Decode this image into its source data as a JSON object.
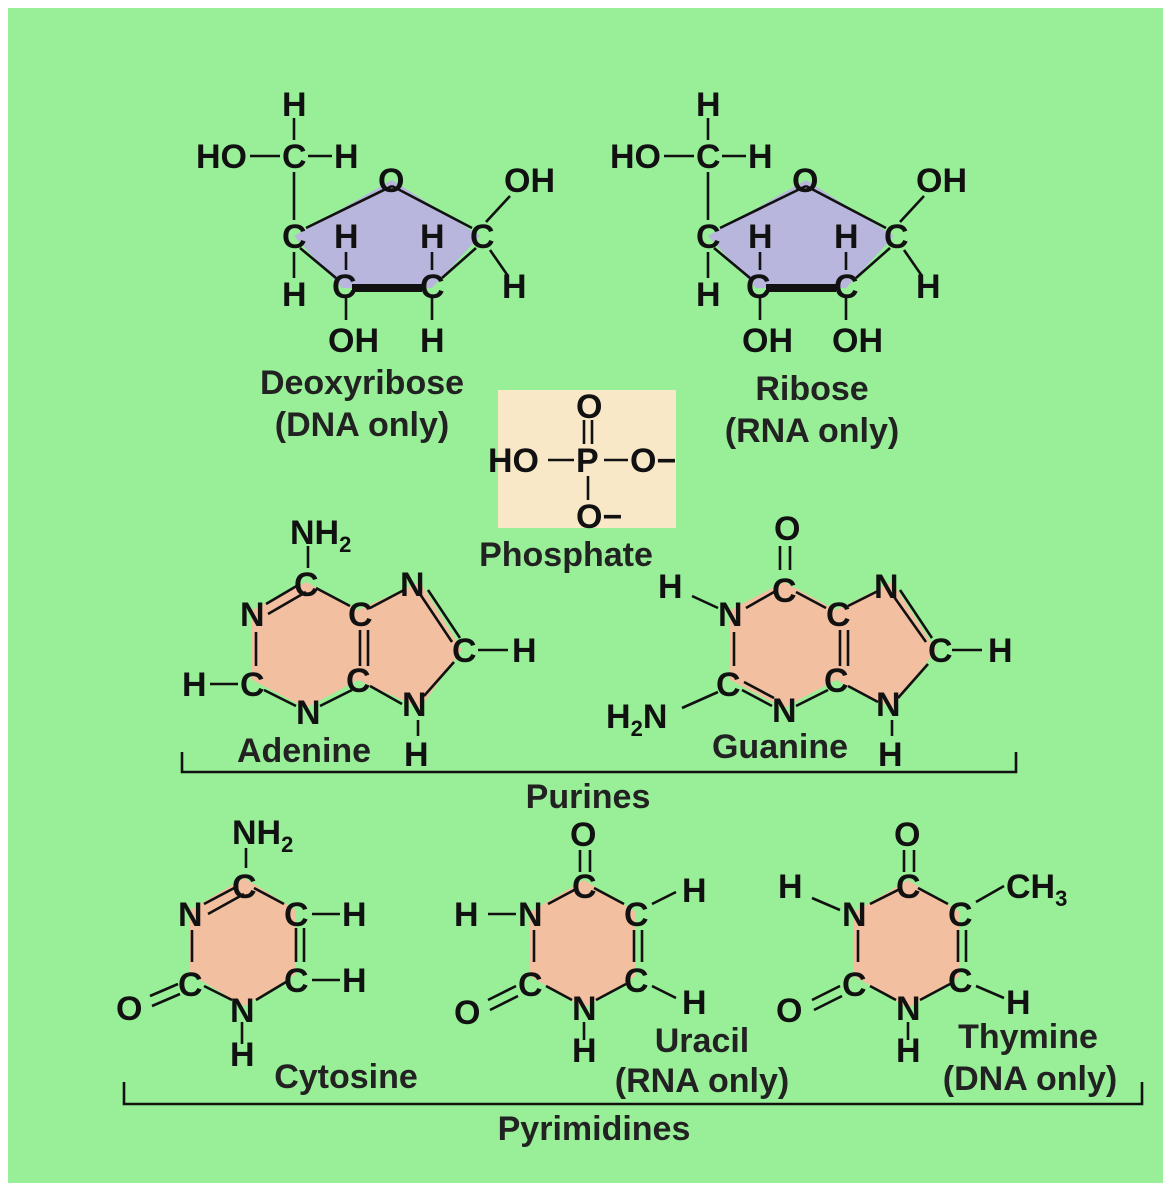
{
  "colors": {
    "background": "#98ef98",
    "sugar_ring": "#b8b6dc",
    "base_ring": "#f2c0a0",
    "phosphate_box": "#f8e8c8",
    "bond": "#111111"
  },
  "sugars": {
    "deoxyribose": {
      "name": "Deoxyribose",
      "note": "(DNA only)"
    },
    "ribose": {
      "name": "Ribose",
      "note": "(RNA only)"
    }
  },
  "phosphate": {
    "name": "Phosphate"
  },
  "purines": {
    "group_label": "Purines",
    "adenine": {
      "name": "Adenine"
    },
    "guanine": {
      "name": "Guanine"
    }
  },
  "pyrimidines": {
    "group_label": "Pyrimidines",
    "cytosine": {
      "name": "Cytosine"
    },
    "uracil": {
      "name": "Uracil",
      "note": "(RNA only)"
    },
    "thymine": {
      "name": "Thymine",
      "note": "(DNA only)"
    }
  },
  "atoms": {
    "H": "H",
    "C": "C",
    "O": "O",
    "N": "N",
    "P": "P",
    "HO": "HO",
    "OH": "OH",
    "O_minus": "O−",
    "NH": "NH",
    "two": "2",
    "H2N_H": "H",
    "H2N_N": "N",
    "CH": "CH",
    "three": "3"
  }
}
